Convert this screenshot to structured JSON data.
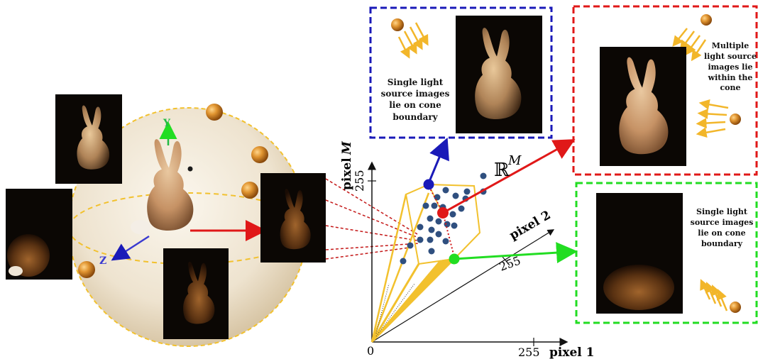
{
  "sphere": {
    "axis_y": "Y",
    "axis_z": "Z"
  },
  "plot": {
    "x_label": "pixel 1",
    "y_label": "pixel",
    "y_label_var": "M",
    "z_label": "pixel 2",
    "origin": "0",
    "tick_x": "255",
    "tick_y": "255",
    "tick_z": "255",
    "space_label": "ℝ",
    "space_superscript": "M"
  },
  "boxes": {
    "blue": {
      "line1": "Single light",
      "line2": "source images",
      "line3": "lie on cone",
      "line4": "boundary"
    },
    "red": {
      "line1": "Multiple",
      "line2": "light source",
      "line3": "images lie",
      "line4": "within the",
      "line5": "cone"
    },
    "green": {
      "line1": "Single light",
      "line2": "source images",
      "line3": "lie on cone",
      "line4": "boundary"
    }
  },
  "colors": {
    "blue": "#1a1ab8",
    "red": "#e01818",
    "green": "#22dd22",
    "cone": "#f2c12e",
    "dots": "#2f4f7f"
  }
}
